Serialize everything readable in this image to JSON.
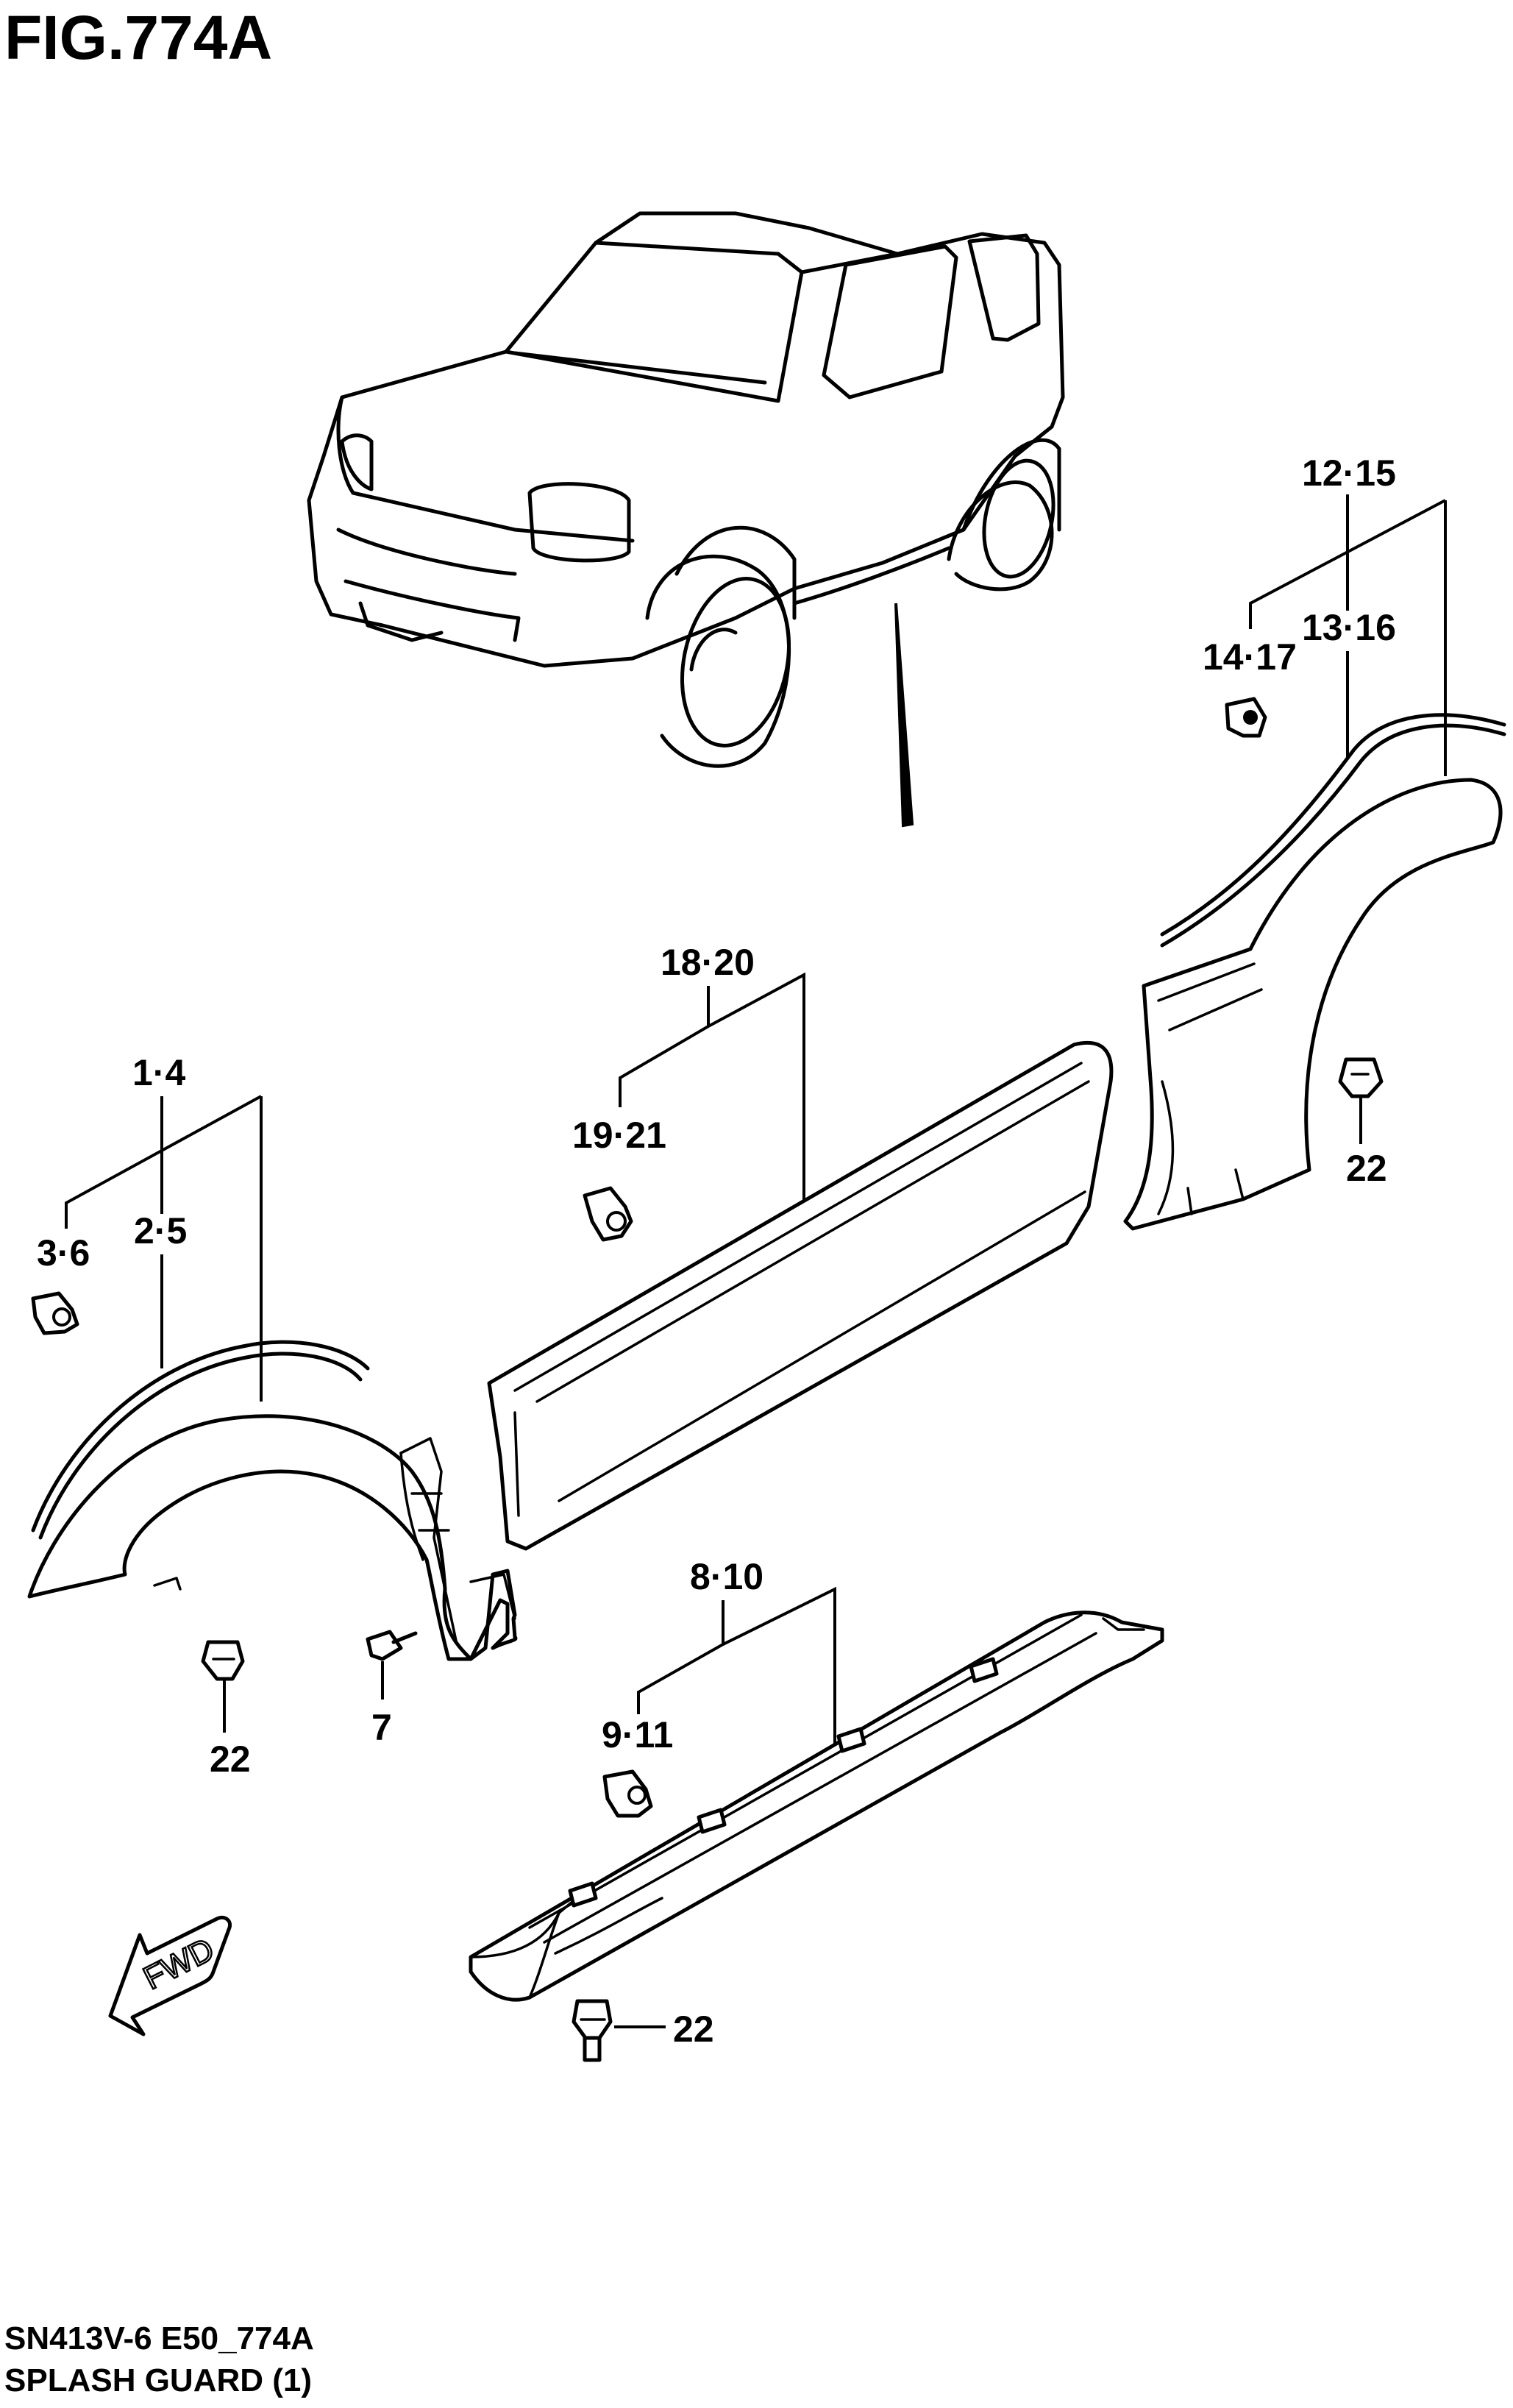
{
  "figure": {
    "title": "FIG.774A",
    "code": "SN413V-6 E50_774A",
    "name": "SPLASH GUARD (1)"
  },
  "callouts": {
    "rear_fender_main": "12·15",
    "rear_fender_sub": "13·16",
    "rear_clip": "14·17",
    "side_garnish_main": "18·20",
    "side_clip": "19·21",
    "front_fender_main": "1·4",
    "front_fender_sub": "2·5",
    "front_clip": "3·6",
    "front_screw": "7",
    "front_fastener": "22",
    "rear_fastener": "22",
    "sill_main": "8·10",
    "sill_clip": "9·11",
    "sill_fastener": "22"
  },
  "direction_arrow": {
    "label": "FWD"
  },
  "icons": {
    "fastener": "push-rivet-icon",
    "clip": "clip-icon",
    "screw": "screw-icon",
    "arrow": "fwd-arrow-icon"
  }
}
